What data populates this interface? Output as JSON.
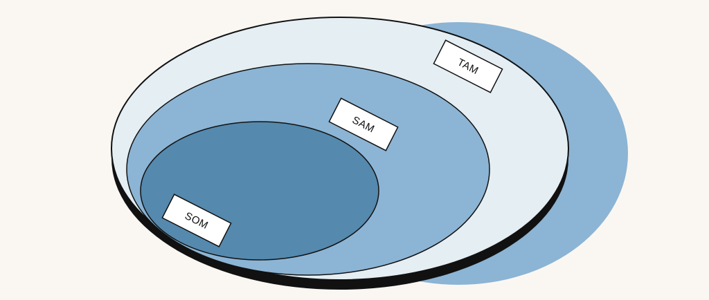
{
  "colors": {
    "background": "#faf7f3",
    "tam_fill": "#e4eef3",
    "tam_shadow": "#8cb4d4",
    "sam_fill": "#8cb4d4",
    "som_fill": "#5589ae",
    "outline": "#111111",
    "label_fill": "#ffffff"
  },
  "labels": {
    "tam": "TAM",
    "sam": "SAM",
    "som": "SOM"
  }
}
